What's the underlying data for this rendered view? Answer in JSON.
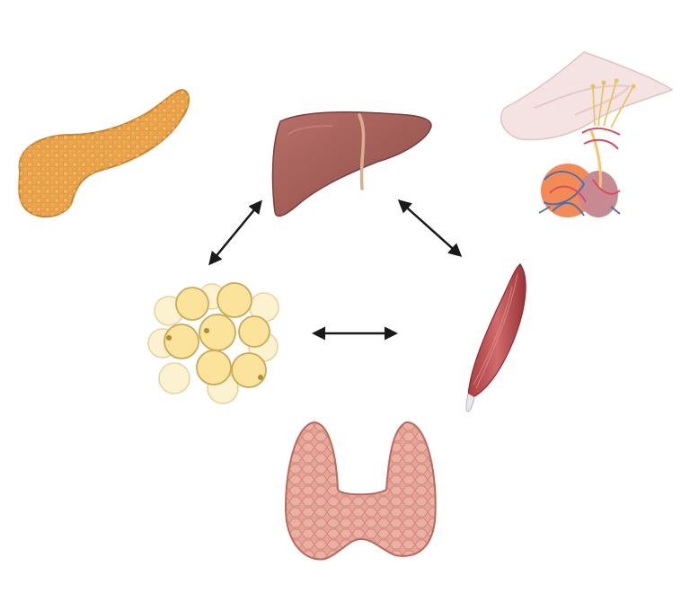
{
  "diagram": {
    "organs": [
      {
        "id": "pancreas",
        "icon": "pancreas-icon",
        "color": "#e9a64e"
      },
      {
        "id": "liver",
        "icon": "liver-icon",
        "color": "#a3625b"
      },
      {
        "id": "pituitary",
        "icon": "pituitary-icon",
        "color": "#f08a5d"
      },
      {
        "id": "adipose",
        "icon": "adipose-tissue-icon",
        "color": "#fbeaa8"
      },
      {
        "id": "muscle",
        "icon": "skeletal-muscle-icon",
        "color": "#c5585a"
      },
      {
        "id": "thyroid",
        "icon": "thyroid-icon",
        "color": "#e29b8e"
      }
    ],
    "connections": [
      {
        "from": "liver",
        "to": "adipose",
        "direction": "bidirectional"
      },
      {
        "from": "liver",
        "to": "muscle",
        "direction": "bidirectional"
      },
      {
        "from": "adipose",
        "to": "muscle",
        "direction": "bidirectional"
      }
    ],
    "arrow_color": "#1a1a1a"
  }
}
